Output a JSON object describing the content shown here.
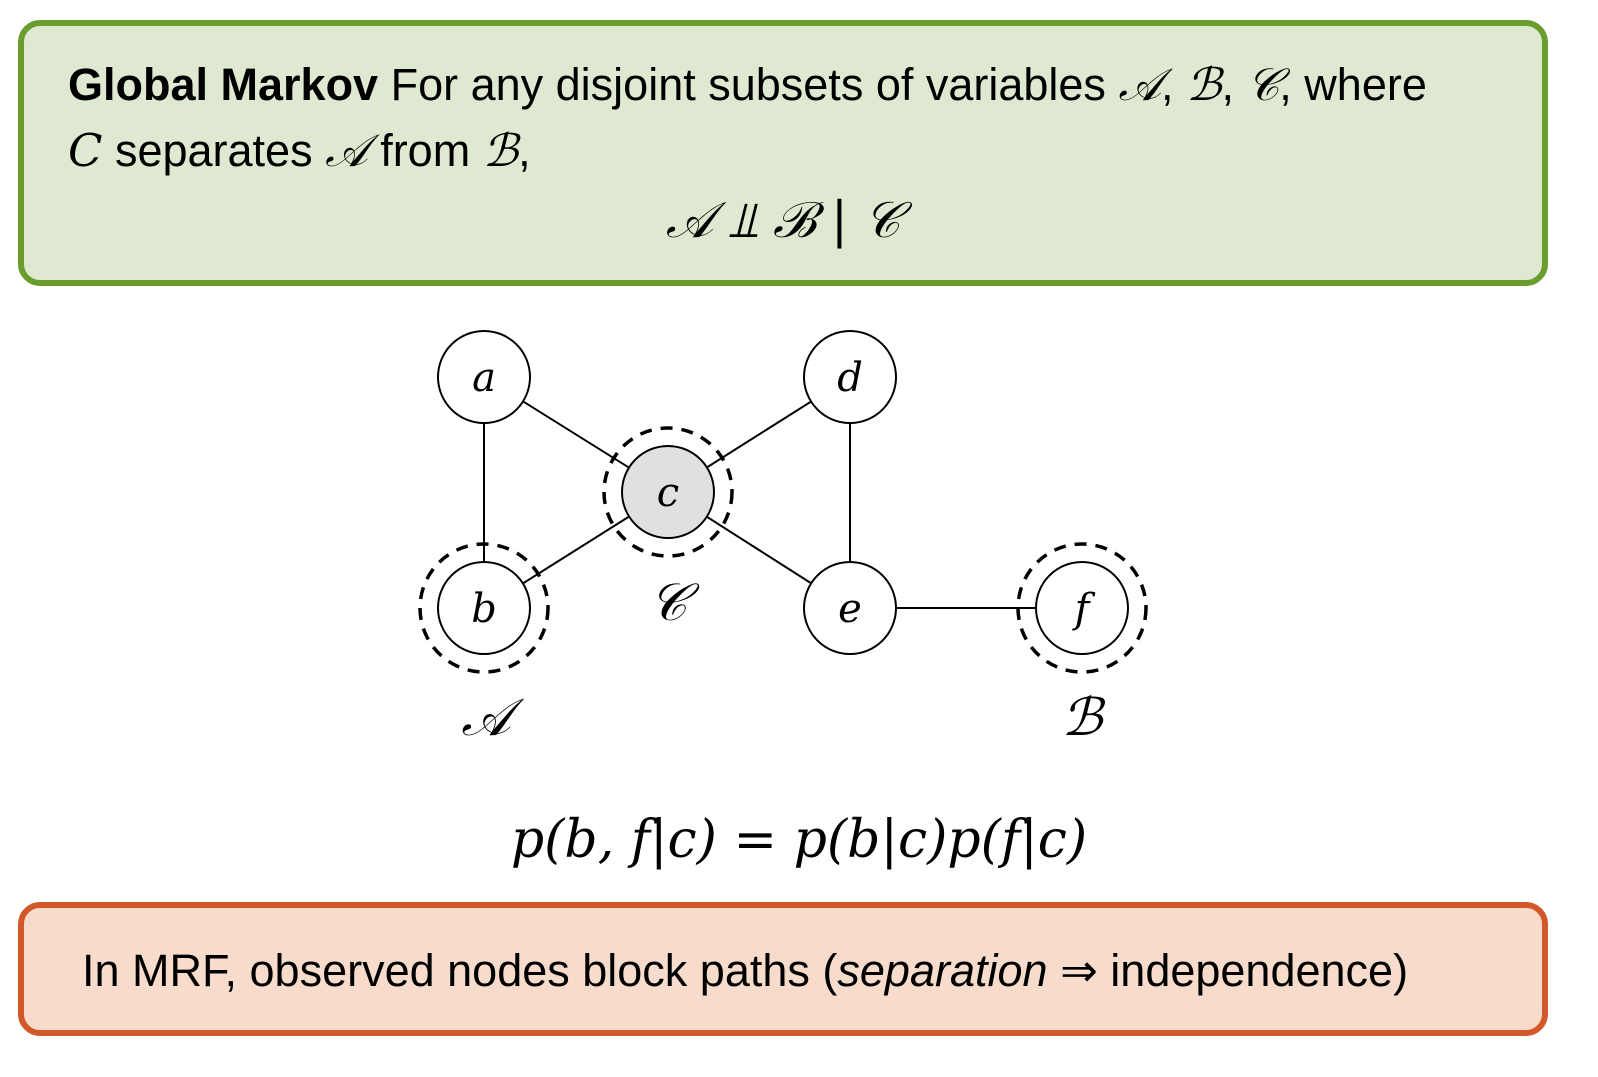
{
  "definition": {
    "title": "Global Markov",
    "line1_text": "For any disjoint subsets of variables",
    "set_a": "𝒜",
    "set_b": "ℬ",
    "set_c": "𝒞",
    "comma": ",",
    "where": ", where",
    "line2_var": "C",
    "line2_text": "separates",
    "line2_from": "from",
    "formula": "𝒜 ⫫ ℬ | 𝒞",
    "accent_color": "#6a9c2e",
    "background_color": "#dfe8d0"
  },
  "graph": {
    "nodes": [
      {
        "id": "a",
        "label": "a",
        "observed": false,
        "grouped": false
      },
      {
        "id": "b",
        "label": "b",
        "observed": false,
        "grouped": true
      },
      {
        "id": "c",
        "label": "c",
        "observed": true,
        "grouped": true
      },
      {
        "id": "d",
        "label": "d",
        "observed": false,
        "grouped": false
      },
      {
        "id": "e",
        "label": "e",
        "observed": false,
        "grouped": false
      },
      {
        "id": "f",
        "label": "f",
        "observed": false,
        "grouped": true
      }
    ],
    "edges": [
      [
        "a",
        "b"
      ],
      [
        "a",
        "c"
      ],
      [
        "c",
        "b"
      ],
      [
        "c",
        "d"
      ],
      [
        "c",
        "e"
      ],
      [
        "d",
        "e"
      ],
      [
        "e",
        "f"
      ]
    ],
    "set_labels": {
      "A": "𝒜",
      "B": "ℬ",
      "C": "𝒞"
    },
    "observed_fill": "#e0e0e0"
  },
  "equation": {
    "lhs": "p(b, f|c)",
    "eq": "=",
    "rhs": "p(b|c)p(f|c)"
  },
  "note": {
    "text_before": "In MRF, observed nodes block paths (",
    "emphasis": "separation",
    "arrow": "⇒",
    "text_after": "independence)",
    "accent_color": "#d2582a",
    "background_color": "#f8dccb"
  }
}
